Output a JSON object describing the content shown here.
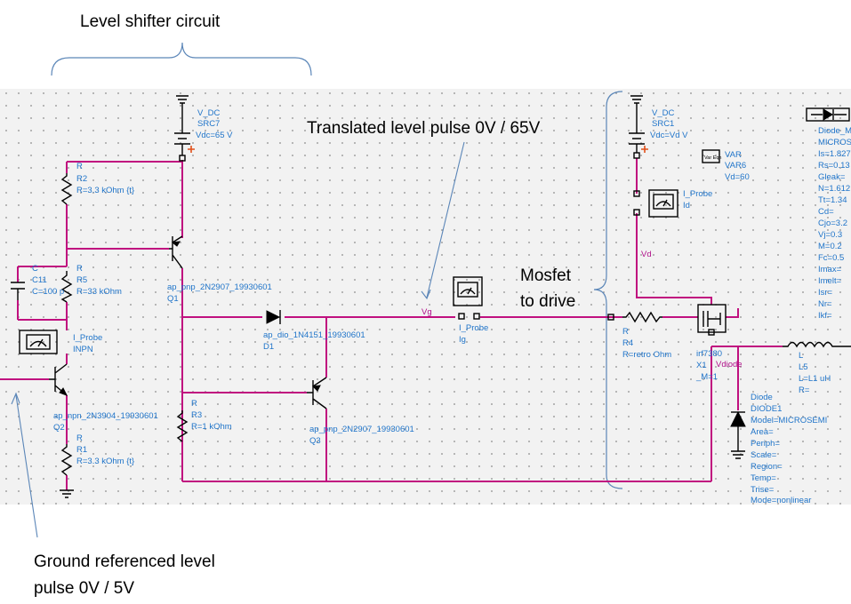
{
  "annotations": {
    "level_shifter": "Level shifter circuit",
    "translated_pulse": "Translated level pulse 0V / 65V",
    "mosfet_line1": "Mosfet",
    "mosfet_line2": "to drive",
    "ground_line1": "Ground referenced level",
    "ground_line2": "pulse 0V / 5V"
  },
  "components": {
    "src7": {
      "type": "V_DC",
      "name": "SRC7",
      "value": "Vdc=65 V"
    },
    "src1": {
      "type": "V_DC",
      "name": "SRC1",
      "value": "Vdc=Vd V"
    },
    "var6": {
      "type": "VAR",
      "name": "VAR6",
      "value": "Vd=60",
      "icon_text": "Var Eqn"
    },
    "r2": {
      "type": "R",
      "name": "R2",
      "value": "R=3.3 kOhm {t}"
    },
    "r5": {
      "type": "R",
      "name": "R5",
      "value": "R=33 kOhm"
    },
    "c11": {
      "type": "C",
      "name": "C11",
      "value": "C=100 p"
    },
    "inpn": {
      "type": "I_Probe",
      "name": "INPN"
    },
    "q2": {
      "type": "ap_npn_2N3904_19930601",
      "name": "Q2"
    },
    "r1": {
      "type": "R",
      "name": "R1",
      "value": "R=3.3 kOhm {t}"
    },
    "q1": {
      "type": "ap_pnp_2N2907_19930601",
      "name": "Q1"
    },
    "d1": {
      "type": "ap_dio_1N4151_19930601",
      "name": "D1"
    },
    "r3": {
      "type": "R",
      "name": "R3",
      "value": "R=1 kOhm"
    },
    "q3": {
      "type": "ap_pnp_2N2907_19930601",
      "name": "Q3"
    },
    "ig": {
      "type": "I_Probe",
      "name": "Ig"
    },
    "id": {
      "type": "I_Probe",
      "name": "Id"
    },
    "r4": {
      "type": "R",
      "name": "R4",
      "value": "R=retro Ohm"
    },
    "x1": {
      "type": "irf7380",
      "name": "X1",
      "value": "_M=1"
    },
    "l5": {
      "type": "L",
      "name": "L5",
      "value": "L=L1 uH",
      "extra": "R="
    },
    "diode1": {
      "type": "Diode",
      "name": "DIODE1",
      "params": [
        "Model=MICROSEMI",
        "Area=",
        "Periph=",
        "Scale=",
        "Region=",
        "Temp=",
        "Trise=",
        "Mode=nonlinear"
      ]
    },
    "diode_model": {
      "type": "Diode_M",
      "params": [
        "MICROS",
        "Is=1.827",
        "Rs=0.13",
        "Gleak=",
        "N=1.612",
        "Tt=1.34",
        "Cd=",
        "Cjo=3.2",
        "Vj=0.3",
        "M=0.2",
        "Fc=0.5",
        "Imax=",
        "Imelt=",
        "Isr=",
        "Nr=",
        "Ikf="
      ]
    }
  },
  "wire_labels": {
    "vg": "Vg",
    "vd": "Vd",
    "vdiode": "Vdiode"
  },
  "colors": {
    "wire": "#c0107f",
    "label": "#1f74c9",
    "callout": "#5b86b8",
    "grid_bg": "#f2f2f2"
  }
}
